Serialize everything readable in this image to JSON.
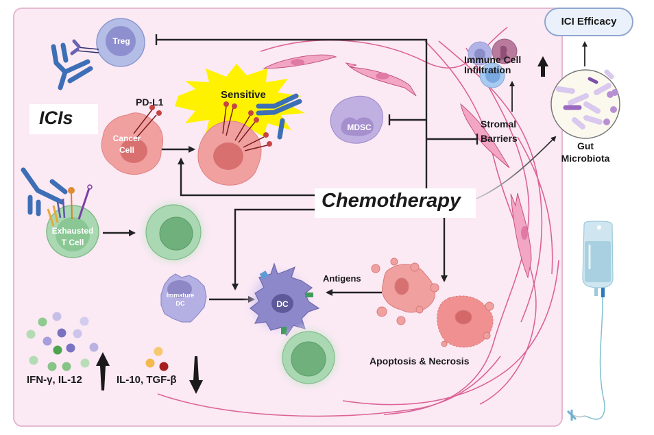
{
  "diagram": {
    "title_ici": "ICIs",
    "chemotherapy": "Chemotherapy",
    "ici_efficacy": "ICI Efficacy",
    "cells": {
      "treg": "Treg",
      "cancer_cell_line1": "Cancer",
      "cancer_cell_line2": "Cell",
      "mdsc": "MDSC",
      "exhausted_line1": "Exhausted",
      "exhausted_line2": "T Cell",
      "immature_line1": "Immature",
      "immature_line2": "DC",
      "dc": "DC"
    },
    "labels": {
      "pdl1": "PD-L1",
      "sensitive": "Sensitive",
      "immune_line1": "Immune Cell",
      "immune_line2": "Infiltration",
      "stromal_line1": "Stromal",
      "stromal_line2": "Barriers",
      "gut_line1": "Gut",
      "gut_line2": "Microbiota",
      "antigens": "Antigens",
      "apoptosis": "Apoptosis & Necrosis",
      "cytokines_up": "IFN-γ, IL-12",
      "cytokines_down": "IL-10, TGF-β"
    },
    "trends": {
      "immune_infiltration": "up",
      "cytokines_up": "up",
      "cytokines_down": "down"
    },
    "colors": {
      "panel_bg": "#fbe9f4",
      "panel_border": "#e5b9d2",
      "arrow": "#222222",
      "fiber": "#d64c86",
      "cancer": "#f1a0a0",
      "antibody": "#3d6fb6",
      "treg": "#b3bde6",
      "mdsc": "#c0b0e2",
      "tcell": "#9fd3a8",
      "dc": "#8d88c9",
      "starburst": "#fff200",
      "efficacy_fill": "#eaf1fb",
      "efficacy_border": "#8ea6cf",
      "iv_fluid": "#a9d0e0"
    }
  }
}
